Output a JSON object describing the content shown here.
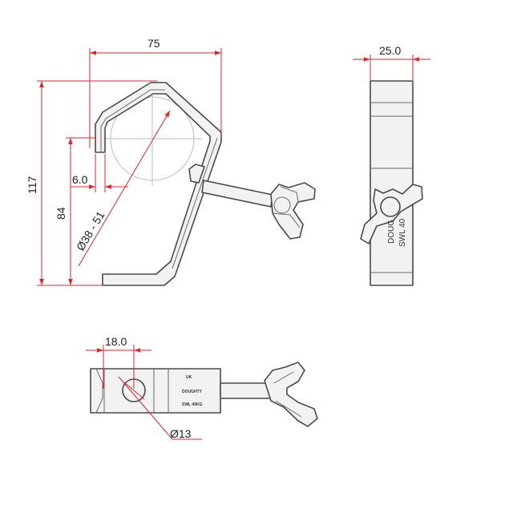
{
  "dimensions": {
    "width": "75",
    "height_total": "117",
    "height_inner": "84",
    "wall": "6.0",
    "diameter_range": "Ø38 - 51",
    "depth": "25.0",
    "hole_offset": "18.0",
    "hole_diameter": "Ø13"
  },
  "markings": {
    "side_line1": "DOUG",
    "side_line2": "SWL 40",
    "top_line1": "UK",
    "top_line2": "DOUGHTY",
    "top_line3": "SWL 40KG"
  },
  "colors": {
    "dimension": "#e0242a",
    "outline": "#4a4a4a"
  }
}
